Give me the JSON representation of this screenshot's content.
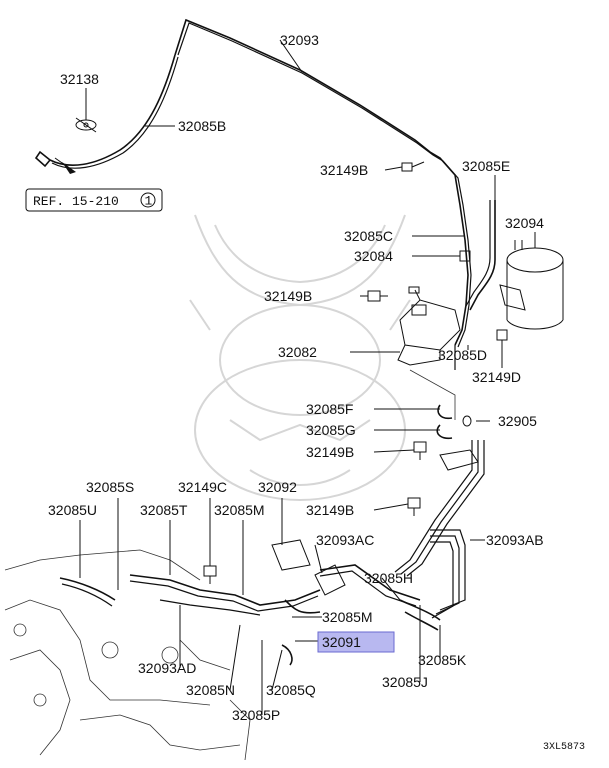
{
  "diagram": {
    "labels": {
      "p32093": "32093",
      "p32138": "32138",
      "p32085B": "32085B",
      "p32149B_top": "32149B",
      "p32085E": "32085E",
      "p32094": "32094",
      "p32085C": "32085C",
      "p32084": "32084",
      "p32149B_mid": "32149B",
      "p32082": "32082",
      "p32085D": "32085D",
      "p32149D": "32149D",
      "p32085F": "32085F",
      "p32905": "32905",
      "p32085G": "32085G",
      "p32149B_low": "32149B",
      "p32085S": "32085S",
      "p32149C": "32149C",
      "p32092": "32092",
      "p32085U": "32085U",
      "p32085T": "32085T",
      "p32085M_top": "32085M",
      "p32149B_bottom": "32149B",
      "p32093AB": "32093AB",
      "p32093AC": "32093AC",
      "p32085H": "32085H",
      "p32085M_low": "32085M",
      "p32091": "32091",
      "p32085K": "32085K",
      "p32093AD": "32093AD",
      "p32085J": "32085J",
      "p32085N": "32085N",
      "p32085Q": "32085Q",
      "p32085P": "32085P"
    },
    "ref_text": "REF. 15-210",
    "ref_circle": "1",
    "footer_code": "3XL5873",
    "highlight_color": "#b8b8f0"
  }
}
